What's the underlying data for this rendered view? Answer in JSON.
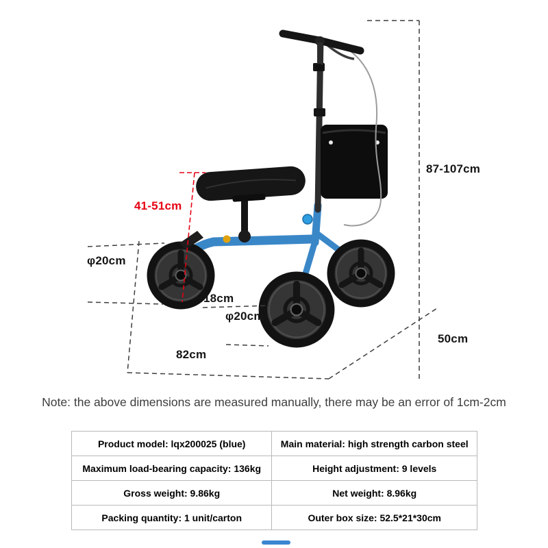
{
  "figure": {
    "labels": {
      "overall_height": "87-107cm",
      "pad_height": "41-51cm",
      "rear_wheel_diameter": "φ20cm",
      "wheel_track": "18cm",
      "front_wheel_diameter": "φ20cm",
      "depth": "50cm",
      "length": "82cm"
    }
  },
  "note": "Note: the above dimensions are measured manually, there may be an error of 1cm-2cm",
  "spec_table": {
    "rows": [
      [
        "Product model: lqx200025 (blue)",
        "Main material: high strength carbon steel"
      ],
      [
        "Maximum load-bearing capacity: 136kg",
        "Height adjustment: 9 levels"
      ],
      [
        "Gross weight: 9.86kg",
        "Net weight: 8.96kg"
      ],
      [
        "Packing quantity: 1 unit/carton",
        "Outer box size: 52.5*21*30cm"
      ]
    ]
  },
  "colors": {
    "frame_blue": "#3a87c8",
    "dimension_red": "#e60012",
    "ink": "#151515"
  }
}
